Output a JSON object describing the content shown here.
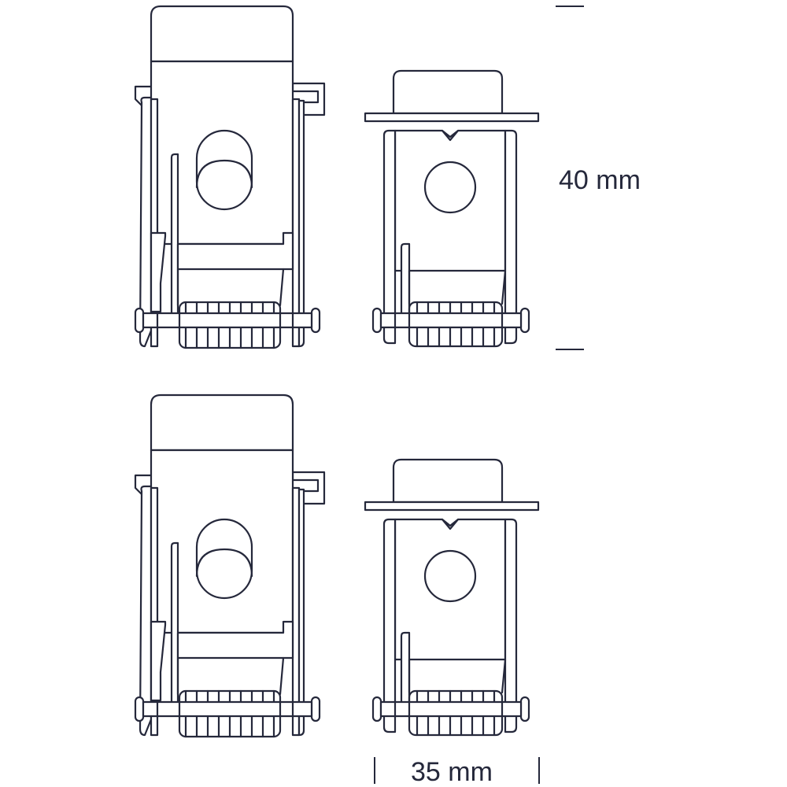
{
  "colors": {
    "ink": "#25283b",
    "background": "#ffffff"
  },
  "dimensions": {
    "height_label": "40 mm",
    "width_label": "35 mm"
  },
  "clips": [
    {
      "view": "front",
      "row": "top"
    },
    {
      "view": "side",
      "row": "top"
    },
    {
      "view": "front",
      "row": "bottom"
    },
    {
      "view": "side",
      "row": "bottom"
    }
  ]
}
